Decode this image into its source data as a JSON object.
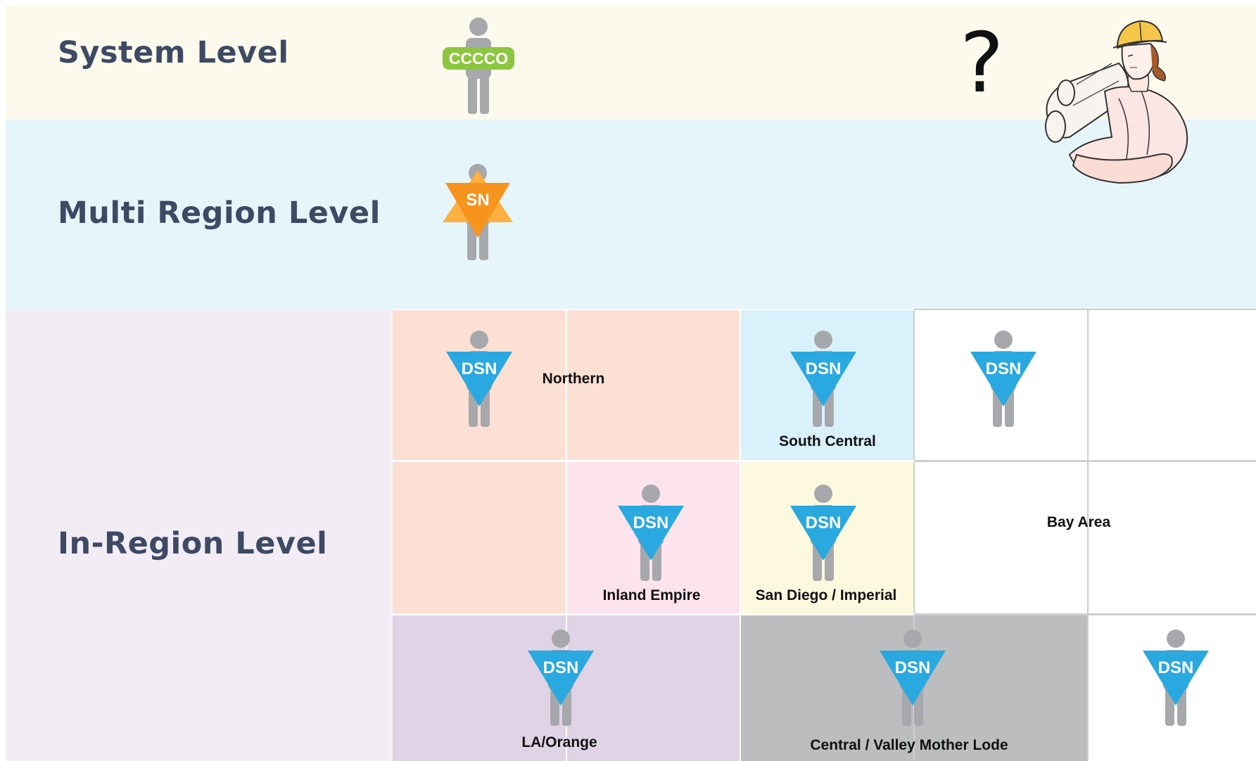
{
  "levels": {
    "system": "System Level",
    "multi_region": "Multi Region Level",
    "in_region": "In-Region Level"
  },
  "badges": {
    "system": "CCCCO",
    "multi_region": "SN",
    "regional": "DSN"
  },
  "regions": {
    "northern": "Northern",
    "south_central": "South Central",
    "bay_area": "Bay Area",
    "inland_empire": "Inland Empire",
    "san_diego": "San Diego / Imperial",
    "la_orange": "LA/Orange",
    "central_valley": "Central / Valley Mother Lode"
  },
  "question_mark": "?",
  "colors": {
    "system_band": "#fbfaec",
    "multi_band": "#e6f5fa",
    "inregion_band": "#f2ecf4",
    "northern": "#fde0d4",
    "south_central": "#d9f1fa",
    "inland_empire": "#fde3ec",
    "san_diego": "#fdf9df",
    "la_orange": "#e0d3e6",
    "central_valley": "#bcbdbf",
    "person_gray": "#a6a8ab",
    "dsn_blue": "#2aa8e0",
    "sn_orange": "#f7941d",
    "sn_orange_light": "#fbb040",
    "cccco_green": "#8dc63f",
    "label_text": "#3e4a64"
  }
}
